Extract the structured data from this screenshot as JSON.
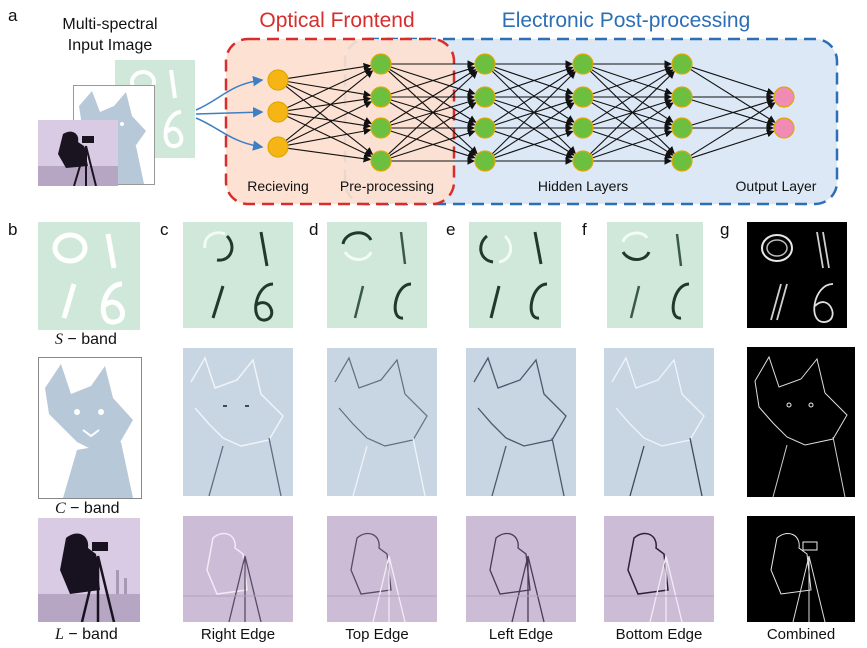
{
  "panel_letters": {
    "a": "a",
    "b": "b",
    "c": "c",
    "d": "d",
    "e": "e",
    "f": "f",
    "g": "g"
  },
  "input": {
    "title_line1": "Multi-spectral",
    "title_line2": "Input Image"
  },
  "sections": {
    "optical": "Optical Frontend",
    "electronic": "Electronic Post-processing"
  },
  "layers": {
    "receiving": "Recieving",
    "preprocessing": "Pre-processing",
    "hidden": "Hidden Layers",
    "output": "Output Layer"
  },
  "bands": {
    "s_symbol": "S",
    "s_label": "− band",
    "c_symbol": "C",
    "c_label": "− band",
    "l_symbol": "L",
    "l_label": "− band"
  },
  "columns": {
    "right": "Right Edge",
    "top": "Top Edge",
    "left": "Left Edge",
    "bottom": "Bottom Edge",
    "combined": "Combined"
  },
  "colors": {
    "optical_border": "#d62d2d",
    "optical_fill": "#fde0cf",
    "electronic_border": "#2d6fb5",
    "electronic_fill": "#dce8f5",
    "receiving_node": "#f5b514",
    "hidden_node": "#6cbf3f",
    "output_node": "#f08cb4",
    "digit_band_bg": "#cfe8d9",
    "dog_band_bg": "#c8d6e3",
    "cam_band_bg": "#c9b7d0"
  }
}
